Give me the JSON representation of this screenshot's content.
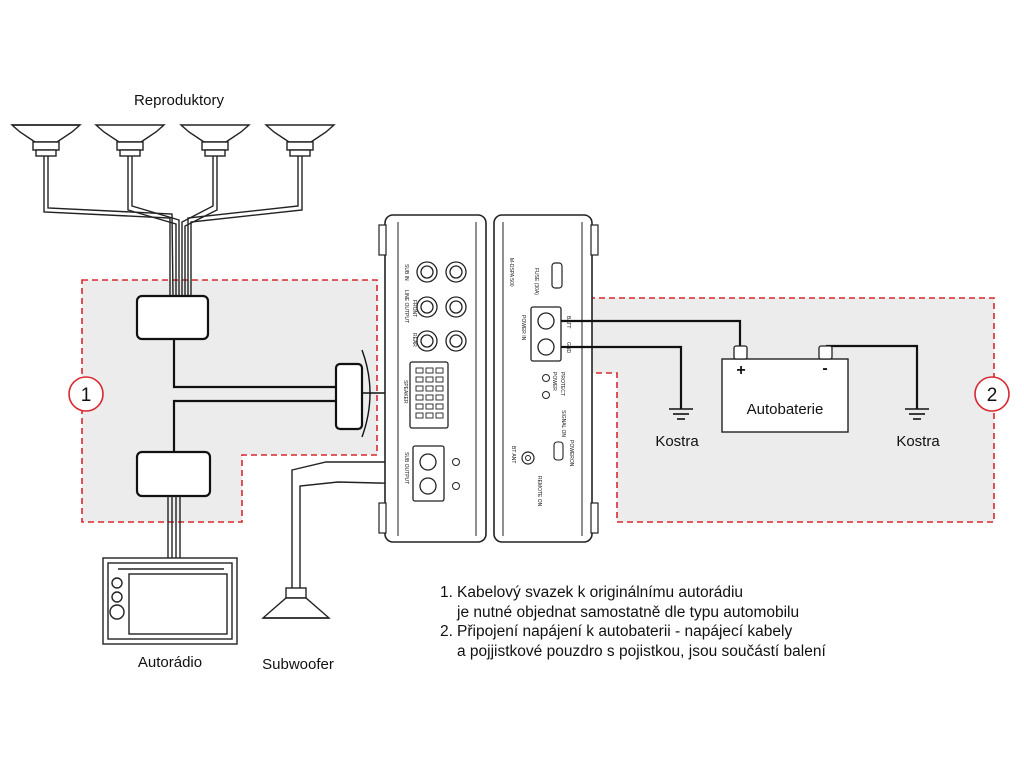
{
  "labels": {
    "speakers": "Reproduktory",
    "car_radio": "Autorádio",
    "subwoofer": "Subwoofer",
    "ground_left": "Kostra",
    "ground_right": "Kostra",
    "battery": "Autobaterie",
    "battery_plus": "+",
    "battery_minus": "-"
  },
  "zones": [
    {
      "number": "1",
      "color": "#d9282f"
    },
    {
      "number": "2",
      "color": "#d9282f"
    }
  ],
  "amp_labels": {
    "sub_in": "SUB IN",
    "line_output": "LINE OUTPUT",
    "front": "FRONT",
    "rear": "REAR",
    "speaker": "SPEAKER",
    "sub_output": "SUB OUTPUT",
    "model": "M-DSPA 500",
    "fuse": "FUSE (30A)",
    "power_in": "POWER IN",
    "batt": "BATT",
    "gnd": "GND",
    "power": "POWER",
    "protect": "PROTECT",
    "signal_on": "SIGNAL ON",
    "poweron": "POWERON",
    "bt_ant": "BT ANT",
    "remote_on": "REMOTE ON"
  },
  "notes": [
    {
      "number": "1.",
      "line1": "Kabelový svazek k originálnímu autorádiu",
      "line2": "je nutné objednat samostatně dle typu automobilu"
    },
    {
      "number": "2.",
      "line1": "Připojení napájení k autobaterii - napájecí kabely",
      "line2": "a pojjistkové pouzdro s pojistkou, jsou součástí balení"
    }
  ]
}
